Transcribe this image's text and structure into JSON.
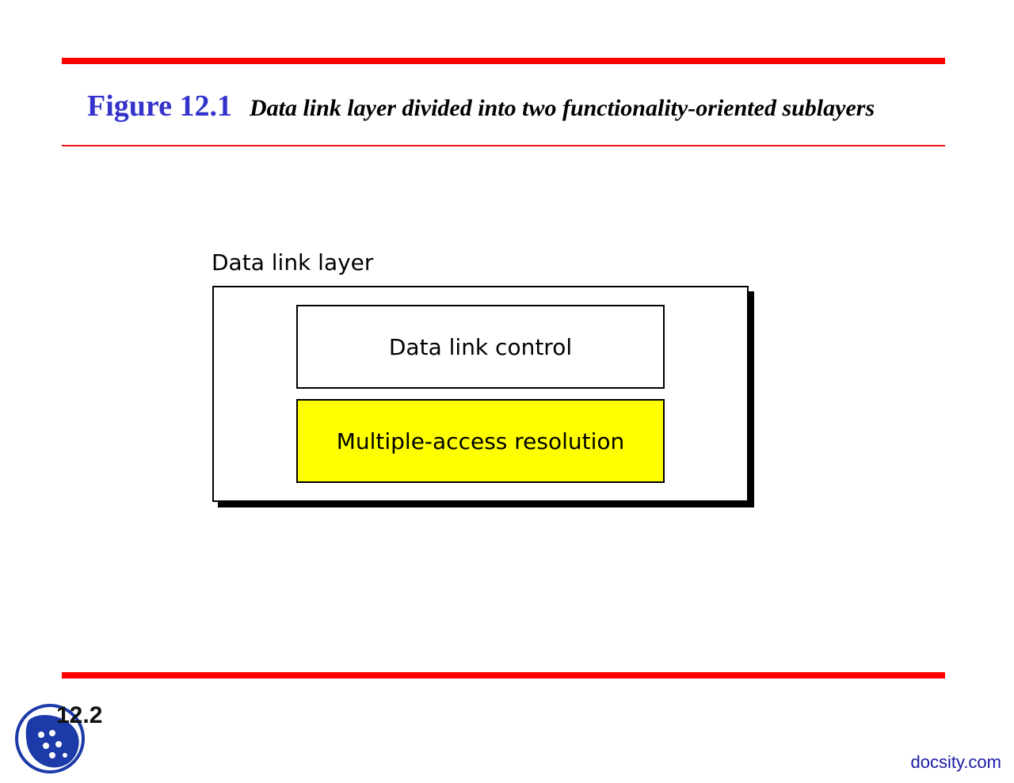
{
  "header": {
    "figure_number": "Figure 12.1",
    "figure_caption": "Data link layer divided into two functionality-oriented sublayers"
  },
  "diagram": {
    "outer_label": "Data link layer",
    "sublayers": [
      {
        "label": "Data link control",
        "fill": "#ffffff"
      },
      {
        "label": "Multiple-access resolution",
        "fill": "#ffff00"
      }
    ]
  },
  "footer": {
    "page_number": "12.2",
    "watermark": "docsity.com"
  },
  "colors": {
    "rule": "#ff0000",
    "figure_number": "#3333cc",
    "highlight": "#ffff00",
    "watermark": "#1a1aa6"
  }
}
